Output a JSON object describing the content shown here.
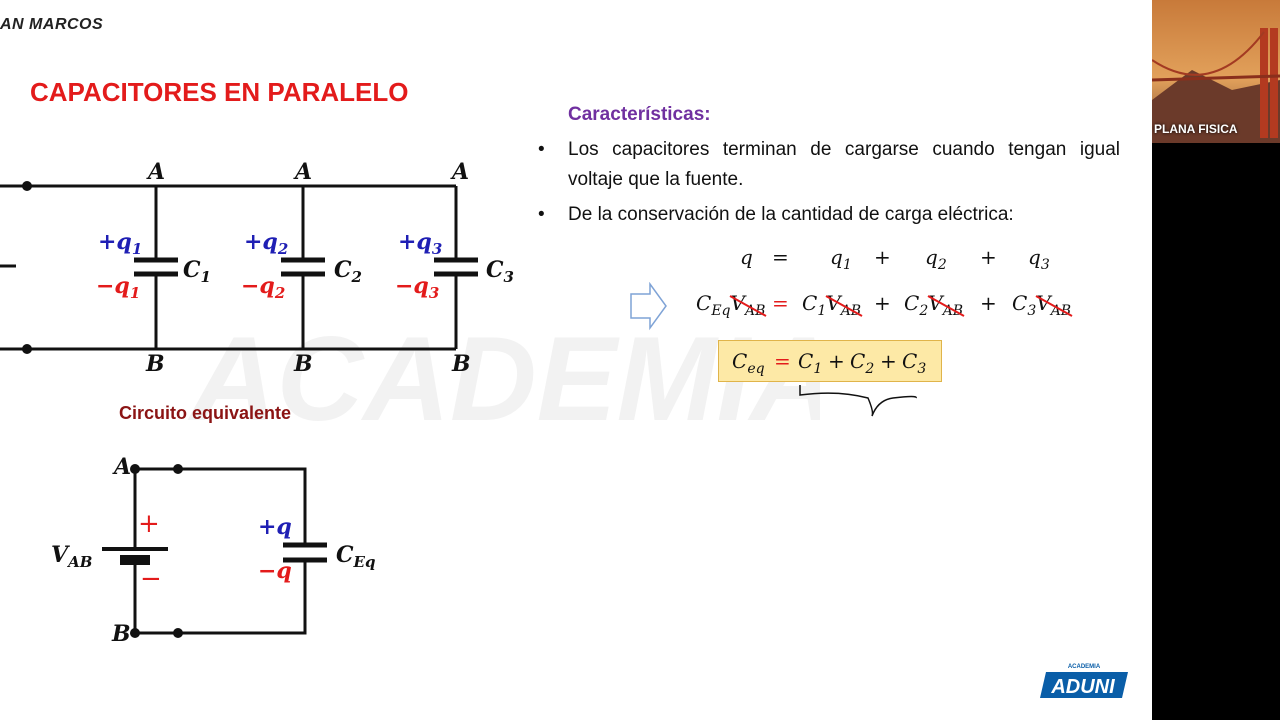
{
  "header": {
    "logo_fragment": "AN MARCOS"
  },
  "slide": {
    "title": "CAPACITORES EN PARALELO",
    "features_title": "Características:",
    "bullets": [
      "Los capacitores terminan de cargarse cuando tengan igual voltaje que la fuente.",
      "De la conservación de la cantidad de carga eléctrica:"
    ],
    "bullet_symbol": "•",
    "equivalent_label": "Circuito equivalente",
    "watermark": "ACADEMIA ADUNI",
    "brand_small": "ACADEMIA",
    "brand": "ADUNI"
  },
  "circuit": {
    "node_top": "A",
    "node_bottom": "B",
    "charges": [
      {
        "pos": "+q",
        "neg": "−q",
        "sub": "1",
        "cap": "C",
        "cap_sub": "1"
      },
      {
        "pos": "+q",
        "neg": "−q",
        "sub": "2",
        "cap": "C",
        "cap_sub": "2"
      },
      {
        "pos": "+q",
        "neg": "−q",
        "sub": "3",
        "cap": "C",
        "cap_sub": "3"
      }
    ]
  },
  "equiv_circuit": {
    "node_top": "A",
    "node_bottom": "B",
    "voltage": "V",
    "voltage_sub": "AB",
    "plus": "+",
    "minus": "−",
    "charge_pos": "+q",
    "charge_neg": "−q",
    "cap": "C",
    "cap_sub": "Eq"
  },
  "equations": {
    "line1": {
      "q": "q",
      "eq": "=",
      "terms": [
        "q",
        "q",
        "q"
      ],
      "subs": [
        "1",
        "2",
        "3"
      ],
      "plus": "+"
    },
    "line2": {
      "lhs": "C",
      "lhs_sub": "Eq",
      "v": "V",
      "v_sub": "AB",
      "eq": "=",
      "terms": [
        "C",
        "C",
        "C"
      ],
      "subs": [
        "1",
        "2",
        "3"
      ],
      "plus": "+"
    },
    "result": {
      "lhs": "C",
      "lhs_sub": "eq",
      "eq": "=",
      "terms": [
        "C",
        "C",
        "C"
      ],
      "subs": [
        "1",
        "2",
        "3"
      ],
      "plus": "+"
    }
  },
  "camera": {
    "label": "PLANA FISICA"
  },
  "colors": {
    "title": "#e31b1b",
    "features": "#7030a0",
    "pos_charge": "#1f1fb4",
    "neg_charge": "#e31b1b",
    "equiv_label": "#8b1414",
    "eq_box": "#fde9a6",
    "brand": "#0a5ea8"
  }
}
